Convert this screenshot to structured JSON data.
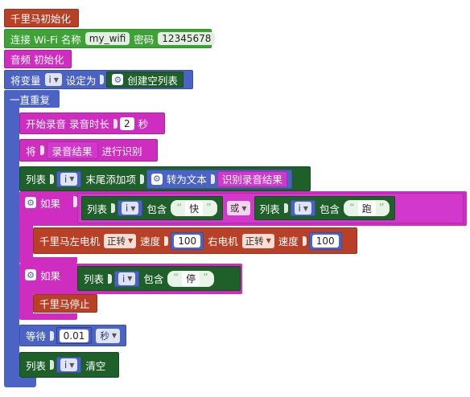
{
  "init": {
    "title": "千里马初始化"
  },
  "wifi": {
    "prefix": "连接 Wi-Fi 名称",
    "ssid": "my_wifi",
    "pwd_label": "密码",
    "pwd": "12345678"
  },
  "audio": {
    "title": "音频 初始化"
  },
  "setvar": {
    "prefix": "将变量",
    "var": "i",
    "mid": "设定为",
    "value": "创建空列表"
  },
  "loop": {
    "title": "一直重复"
  },
  "record": {
    "label": "开始录音 录音时长",
    "seconds": "2",
    "unit": "秒"
  },
  "recog": {
    "prefix": "将",
    "value": "录音结果",
    "suffix": "进行识别"
  },
  "append": {
    "prefix": "列表",
    "var": "i",
    "mid": "末尾添加项",
    "fn": "转为文本",
    "arg": "识别录音结果"
  },
  "if1": {
    "label": "如果",
    "cond_a": {
      "prefix": "列表",
      "var": "i",
      "mid": "包含",
      "text": "快"
    },
    "op": "或",
    "cond_b": {
      "prefix": "列表",
      "var": "i",
      "mid": "包含",
      "text": "跑"
    }
  },
  "motor": {
    "label": "千里马左电机",
    "ldir": "正转",
    "speed_label": "速度",
    "lspeed": "100",
    "r_label": "右电机",
    "rdir": "正转",
    "rspeed_label": "速度",
    "rspeed": "100"
  },
  "if2": {
    "label": "如果",
    "prefix": "列表",
    "var": "i",
    "mid": "包含",
    "text": "停"
  },
  "stop": {
    "label": "千里马停止"
  },
  "wait": {
    "label": "等待",
    "value": "0.01",
    "unit": "秒"
  },
  "clear": {
    "prefix": "列表",
    "var": "i",
    "suffix": "清空"
  },
  "colors": {
    "red": "#b84027",
    "green": "#3ea237",
    "magenta": "#cf2dbf",
    "blue": "#4a63c4",
    "dark_green": "#1e5f2a"
  }
}
